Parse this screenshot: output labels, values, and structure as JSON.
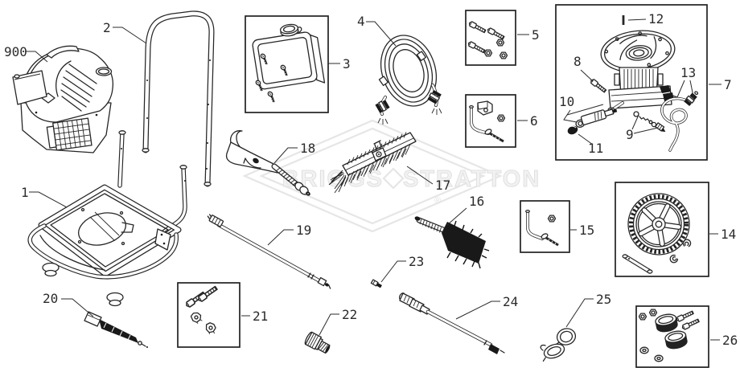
{
  "colors": {
    "line": "#262626",
    "watermark": "#e3e3e3",
    "background": "#ffffff"
  },
  "watermark": {
    "left": "BRIGGS",
    "right": "STRATTON",
    "registered": "®"
  },
  "callouts": {
    "engine": "900",
    "frame": "1",
    "handle": "2",
    "panel": "3",
    "hose": "4",
    "bolt_kit": "5",
    "inlet_kit": "6",
    "pump": "7",
    "pump_bolt": "8",
    "valve_parts": "9",
    "chemical_tube": "10",
    "pump_cap": "11",
    "key_pin": "12",
    "pump_hose": "13",
    "wheel_kit": "14",
    "elbow_kit": "15",
    "hand_brush": "16",
    "push_broom": "17",
    "spray_gun": "18",
    "wand": "19",
    "nozzle_cleaner": "20",
    "knob_kit": "21",
    "nozzle_fitting": "22",
    "pin": "23",
    "lance": "24",
    "inlet_cap": "25",
    "hardware_kit": "26"
  }
}
